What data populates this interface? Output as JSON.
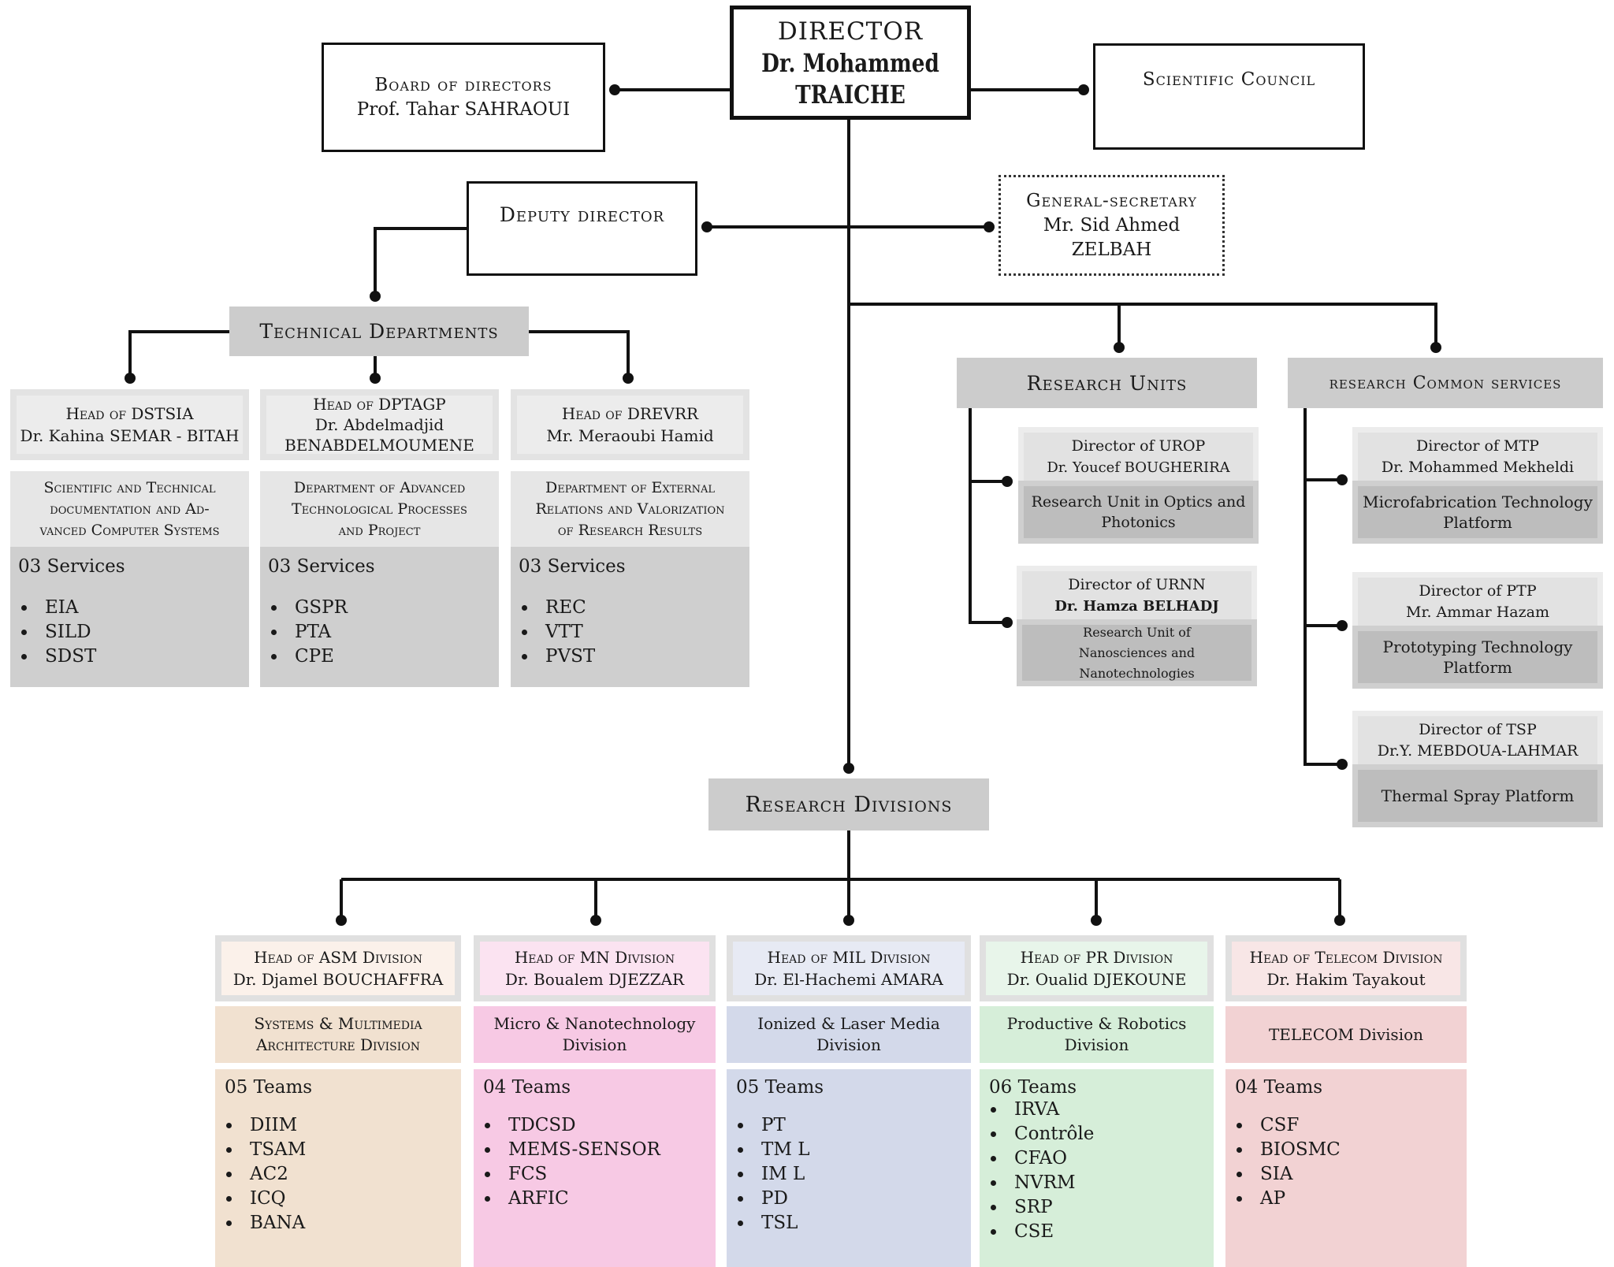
{
  "director": {
    "title": "DIRECTOR",
    "name": "Dr. Mohammed TRAICHE"
  },
  "board": {
    "title": "Board of directors",
    "name": "Prof. Tahar SAHRAOUI"
  },
  "council": {
    "title": "Scientific Council"
  },
  "deputy": {
    "title": "Deputy director"
  },
  "secretary": {
    "title": "General-secretary",
    "name": "Mr. Sid Ahmed ZELBAH"
  },
  "technical": {
    "header": "Technical Departments",
    "departments": [
      {
        "head_title": "Head of DSTSIA",
        "head_name": "Dr. Kahina SEMAR - BITAH",
        "head_name2": "",
        "dept_lines": [
          "Scientific and Technical",
          "documentation and Ad-",
          "vanced Computer Systems"
        ],
        "services_label": "03 Services",
        "services": [
          "EIA",
          "SILD",
          "SDST"
        ]
      },
      {
        "head_title": "Head of DPTAGP",
        "head_name": "Dr. Abdelmadjid",
        "head_name2": "BENABDELMOUMENE",
        "dept_lines": [
          "Department of Advanced",
          "Technological Processes",
          "and Project"
        ],
        "services_label": "03 Services",
        "services": [
          "GSPR",
          "PTA",
          "CPE"
        ]
      },
      {
        "head_title": "Head of DREVRR",
        "head_name": "Mr. Meraoubi Hamid",
        "head_name2": "",
        "dept_lines": [
          "Department of External",
          "Relations and Valorization",
          "of Research Results"
        ],
        "services_label": "03 Services",
        "services": [
          "REC",
          "VTT",
          "PVST"
        ]
      }
    ]
  },
  "research_units": {
    "header": "Research Units",
    "units": [
      {
        "director": "Director of UROP",
        "name": "Dr. Youcef BOUGHERIRA",
        "label_lines": [
          "Research Unit in Optics and",
          "Photonics"
        ]
      },
      {
        "director": "Director of URNN",
        "name": "Dr. Hamza BELHADJ",
        "label_lines": [
          "Research Unit of",
          "Nanosciences and Nanotechnologies"
        ]
      }
    ]
  },
  "common_services": {
    "header": "research Common services",
    "platforms": [
      {
        "director": "Director of MTP",
        "name": "Dr. Mohammed Mekheldi",
        "label_lines": [
          "Microfabrication Technology",
          "Platform"
        ]
      },
      {
        "director": "Director of PTP",
        "name": "Mr. Ammar Hazam",
        "label_lines": [
          "Prototyping Technology",
          "Platform"
        ]
      },
      {
        "director": "Director of TSP",
        "name": "Dr.Y. MEBDOUA-LAHMAR",
        "label_lines": [
          "Thermal Spray Platform",
          ""
        ]
      }
    ]
  },
  "divisions": {
    "header": "Research Divisions",
    "items": [
      {
        "head_title": "Head of ASM Division",
        "head_name": "Dr. Djamel BOUCHAFFRA",
        "name_lines": [
          "Systems & Multimedia",
          "Architecture Division"
        ],
        "teams_label": "05 Teams",
        "teams": [
          "DIIM",
          "TSAM",
          "AC2",
          "ICQ",
          "BANA"
        ],
        "colors": {
          "head": "#fbf1ea",
          "name": "#f1e1d0",
          "teams": "#f1e1d0"
        }
      },
      {
        "head_title": "Head of MN Division",
        "head_name": "Dr. Boualem DJEZZAR",
        "name_lines": [
          "Micro & Nanotechnology",
          "Division"
        ],
        "teams_label": "04 Teams",
        "teams": [
          "TDCSD",
          "MEMS-SENSOR",
          "FCS",
          "ARFIC"
        ],
        "colors": {
          "head": "#fbe3f1",
          "name": "#f7c9e4",
          "teams": "#f7c9e4"
        }
      },
      {
        "head_title": "Head of MIL Division",
        "head_name": "Dr. El-Hachemi AMARA",
        "name_lines": [
          "Ionized & Laser Media",
          "Division"
        ],
        "teams_label": "05 Teams",
        "teams": [
          "PT",
          "TM L",
          "IM L",
          "PD",
          "TSL"
        ],
        "colors": {
          "head": "#e7eaf4",
          "name": "#d3d9ea",
          "teams": "#d3d9ea"
        }
      },
      {
        "head_title": "Head of PR Division",
        "head_name": "Dr. Oualid DJEKOUNE",
        "name_lines": [
          "Productive & Robotics",
          "Division"
        ],
        "teams_label": "06 Teams",
        "teams": [
          "IRVA",
          "Contrôle",
          "CFAO",
          "NVRM",
          "SRP",
          "CSE"
        ],
        "colors": {
          "head": "#e8f5ea",
          "name": "#d6eed9",
          "teams": "#d6eed9"
        }
      },
      {
        "head_title": "Head of Telecom Division",
        "head_name": "Dr. Hakim Tayakout",
        "name_lines": [
          "TELECOM Division",
          ""
        ],
        "teams_label": "04 Teams",
        "teams": [
          "CSF",
          "BIOSMC",
          "SIA",
          "AP"
        ],
        "colors": {
          "head": "#f8e6e6",
          "name": "#f2d2d3",
          "teams": "#f2d2d3"
        }
      }
    ]
  }
}
